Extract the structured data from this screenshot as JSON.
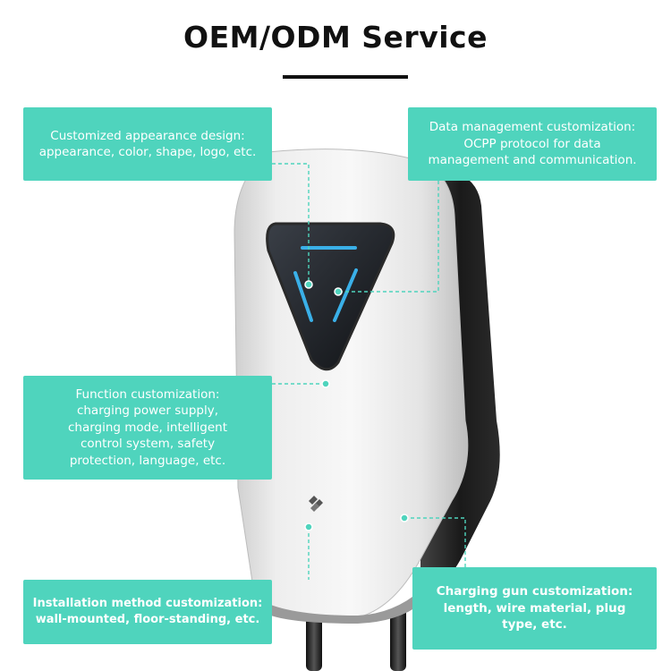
{
  "title": "OEM/ODM Service",
  "accent_color": "#4fd4bd",
  "callouts": {
    "appearance": [
      "Customized appearance design:",
      "appearance, color, shape, logo, etc."
    ],
    "data": [
      "Data management customization:",
      "OCPP protocol for data",
      "management and communication."
    ],
    "function": [
      "Function customization:",
      "charging power supply,",
      "charging mode, intelligent",
      "control system, safety",
      "protection, language, etc."
    ],
    "installation": [
      "Installation method customization:",
      "wall-mounted, floor-standing, etc."
    ],
    "gun": [
      "Charging gun customization:",
      "length, wire material, plug",
      "type, etc."
    ]
  },
  "icons": [
    "nfc-icon",
    "led-indicator-icon"
  ]
}
